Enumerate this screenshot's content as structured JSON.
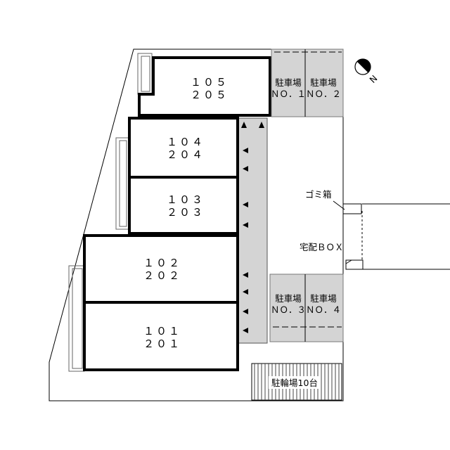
{
  "units": [
    {
      "id": "u105",
      "line1": "１０５",
      "line2": "２０５"
    },
    {
      "id": "u104",
      "line1": "１０４",
      "line2": "２０４"
    },
    {
      "id": "u103",
      "line1": "１０３",
      "line2": "２０３"
    },
    {
      "id": "u102",
      "line1": "１０２",
      "line2": "２０２"
    },
    {
      "id": "u101",
      "line1": "１０１",
      "line2": "２０１"
    }
  ],
  "parking": [
    {
      "line1": "駐車場",
      "line2": "ＮＯ．１"
    },
    {
      "line1": "駐車場",
      "line2": "ＮＯ．２"
    },
    {
      "line1": "駐車場",
      "line2": "ＮＯ．３"
    },
    {
      "line1": "駐車場",
      "line2": "ＮＯ．４"
    }
  ],
  "labels": {
    "garbage": "ゴミ箱",
    "delivery_box": "宅配ＢＯＸ",
    "bicycle_parking": "駐輪場10台"
  },
  "compass": {
    "direction_letter": "N"
  },
  "colors": {
    "paved": "#d4d4d4",
    "building_stroke": "#000000",
    "background": "#ffffff"
  }
}
